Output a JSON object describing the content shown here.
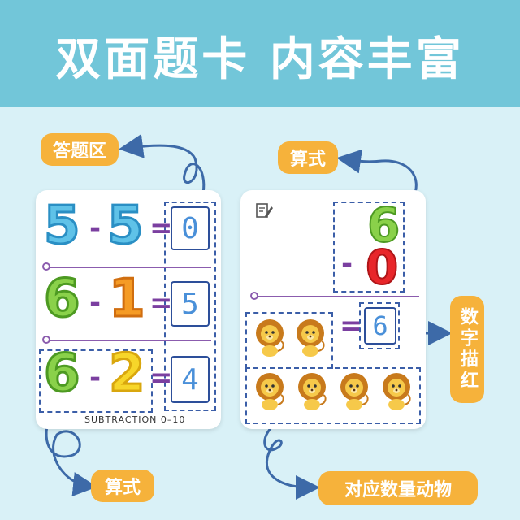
{
  "banner": {
    "title": "双面题卡 内容丰富"
  },
  "labels": {
    "answer_area": "答题区",
    "formula_top": "算式",
    "formula_bottom": "算式",
    "digit_tracing": "数字描红",
    "matching_animals": "对应数量动物"
  },
  "left_card": {
    "rows": [
      {
        "a": "5",
        "op": "-",
        "b": "5",
        "eq": "=",
        "answer": "0"
      },
      {
        "a": "6",
        "op": "-",
        "b": "1",
        "eq": "=",
        "answer": "5"
      },
      {
        "a": "6",
        "op": "-",
        "b": "2",
        "eq": "=",
        "answer": "4"
      }
    ],
    "footer": "SUBTRACTION 0–10"
  },
  "right_card": {
    "top_number": "6",
    "operator": "-",
    "bottom_number": "0",
    "eq": "=",
    "answer": "6",
    "pencil_icon": "pencil-note-icon"
  },
  "colors": {
    "banner": "#72c6d9",
    "pill": "#f6b23b",
    "purple": "#7b3fa0"
  }
}
